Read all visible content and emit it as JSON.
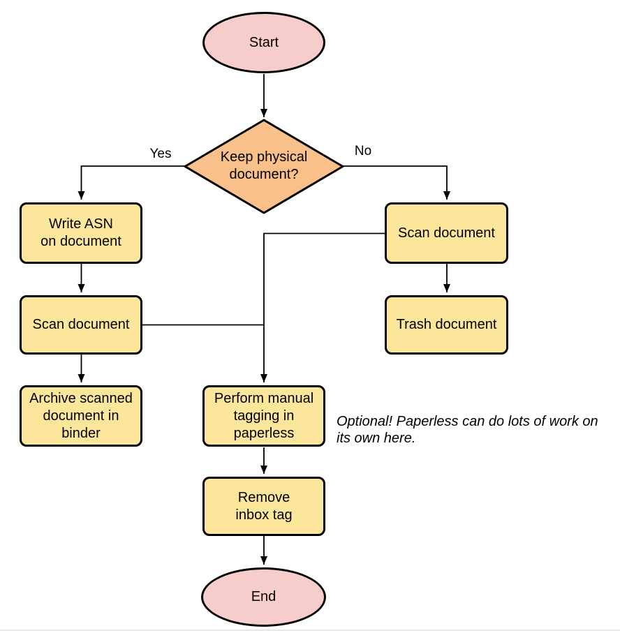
{
  "nodes": {
    "start": {
      "label": "Start"
    },
    "decision": {
      "label": "Keep physical\ndocument?"
    },
    "write_asn": {
      "label": "Write ASN\non document"
    },
    "scan_left": {
      "label": "Scan document"
    },
    "archive": {
      "label": "Archive scanned\ndocument in\nbinder"
    },
    "scan_right": {
      "label": "Scan document"
    },
    "trash": {
      "label": "Trash document"
    },
    "tagging": {
      "label": "Perform manual\ntagging in\npaperless"
    },
    "remove_inbox": {
      "label": "Remove\ninbox tag"
    },
    "end": {
      "label": "End"
    }
  },
  "edge_labels": {
    "yes": "Yes",
    "no": "No"
  },
  "annotation": {
    "text": "Optional! Paperless can do lots of work on\nits own here."
  },
  "colors": {
    "terminator_fill": "#F7CDCB",
    "decision_fill": "#F9C189",
    "process_fill": "#FCE69C",
    "stroke": "#000000"
  }
}
